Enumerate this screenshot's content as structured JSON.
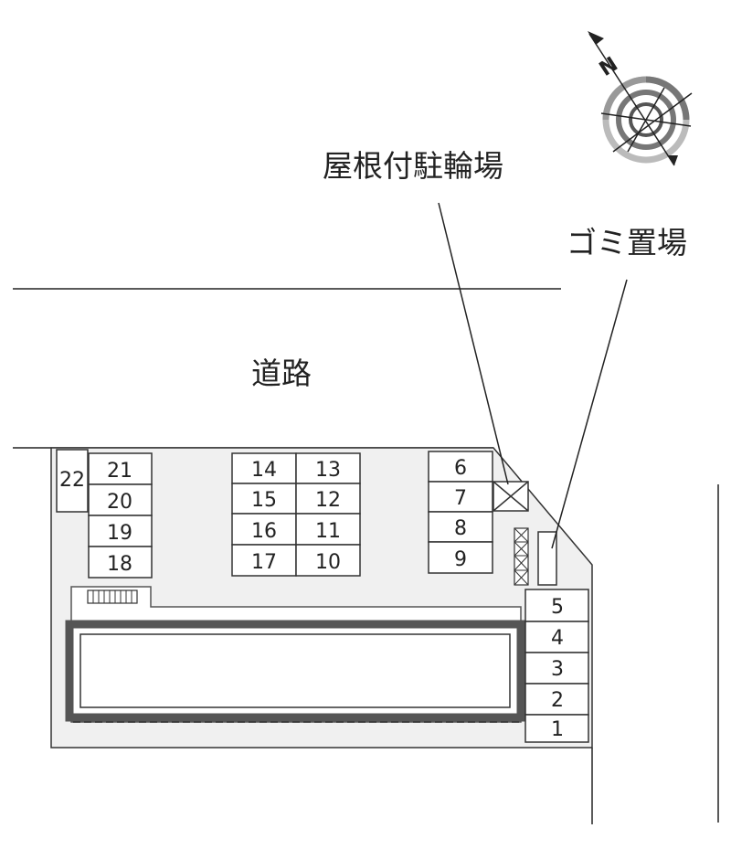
{
  "labels": {
    "bicycle_parking": "屋根付駐輪場",
    "garbage_area": "ゴミ置場",
    "road": "道路",
    "compass_north": "N"
  },
  "parking_spaces": {
    "s1": "1",
    "s2": "2",
    "s3": "3",
    "s4": "4",
    "s5": "5",
    "s6": "6",
    "s7": "7",
    "s8": "8",
    "s9": "9",
    "s10": "10",
    "s11": "11",
    "s12": "12",
    "s13": "13",
    "s14": "14",
    "s15": "15",
    "s16": "16",
    "s17": "17",
    "s18": "18",
    "s19": "19",
    "s20": "20",
    "s21": "21",
    "s22": "22"
  },
  "colors": {
    "lot_fill": "#f0f0f0",
    "building_wall": "#555555",
    "line": "#222222",
    "compass_ring": "#777777"
  },
  "icons": {
    "compass": "compass-rose-icon",
    "bicycle_shelter": "cross-box-icon"
  }
}
